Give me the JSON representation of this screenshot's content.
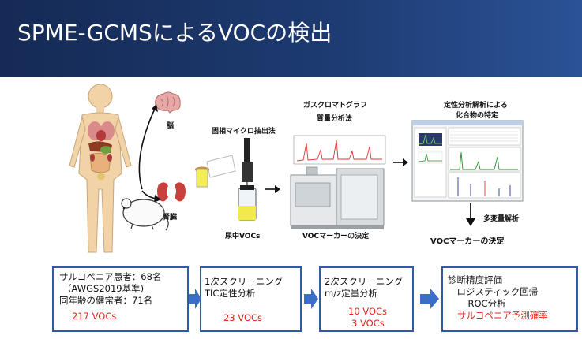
{
  "title": "SPME-GCMSによるVOCの検出",
  "colors": {
    "header": "#1d3a70",
    "accent_blue": "#2e5aa8",
    "arrow_blue": "#3b6ec6",
    "highlight_red": "#e0241c"
  },
  "figure": {
    "organ_brain": "脳",
    "organ_kidney": "腎臓",
    "spme_label": "固相マイクロ抽出法",
    "urine_label": "尿中VOCs",
    "gcms_label_1": "ガスクロマトグラフ",
    "gcms_label_2": "質量分析法",
    "voc_marker_center": "VOCマーカーの決定",
    "qualitative_label_1": "定性分析解析による",
    "qualitative_label_2": "化合物の特定",
    "multivariate_label": "多変量解析",
    "voc_marker_right": "VOCマーカーの決定"
  },
  "flow": [
    {
      "lines": [
        "サルコペニア患者：68名",
        "（AWGS2019基準)",
        "同年齢の健常者：71名"
      ],
      "highlight": [
        "217 VOCs"
      ]
    },
    {
      "lines": [
        "1次スクリーニング",
        "TIC定性分析"
      ],
      "highlight": [
        "23 VOCs"
      ]
    },
    {
      "lines": [
        "2次スクリーニング",
        "m/z定量分析"
      ],
      "highlight": [
        "10 VOCs",
        "3 VOCs"
      ]
    },
    {
      "lines": [
        "診断精度評価",
        "　ロジスティック回帰",
        "　ROC分析"
      ],
      "highlight": [
        "サルコペニア予測確率"
      ]
    }
  ]
}
